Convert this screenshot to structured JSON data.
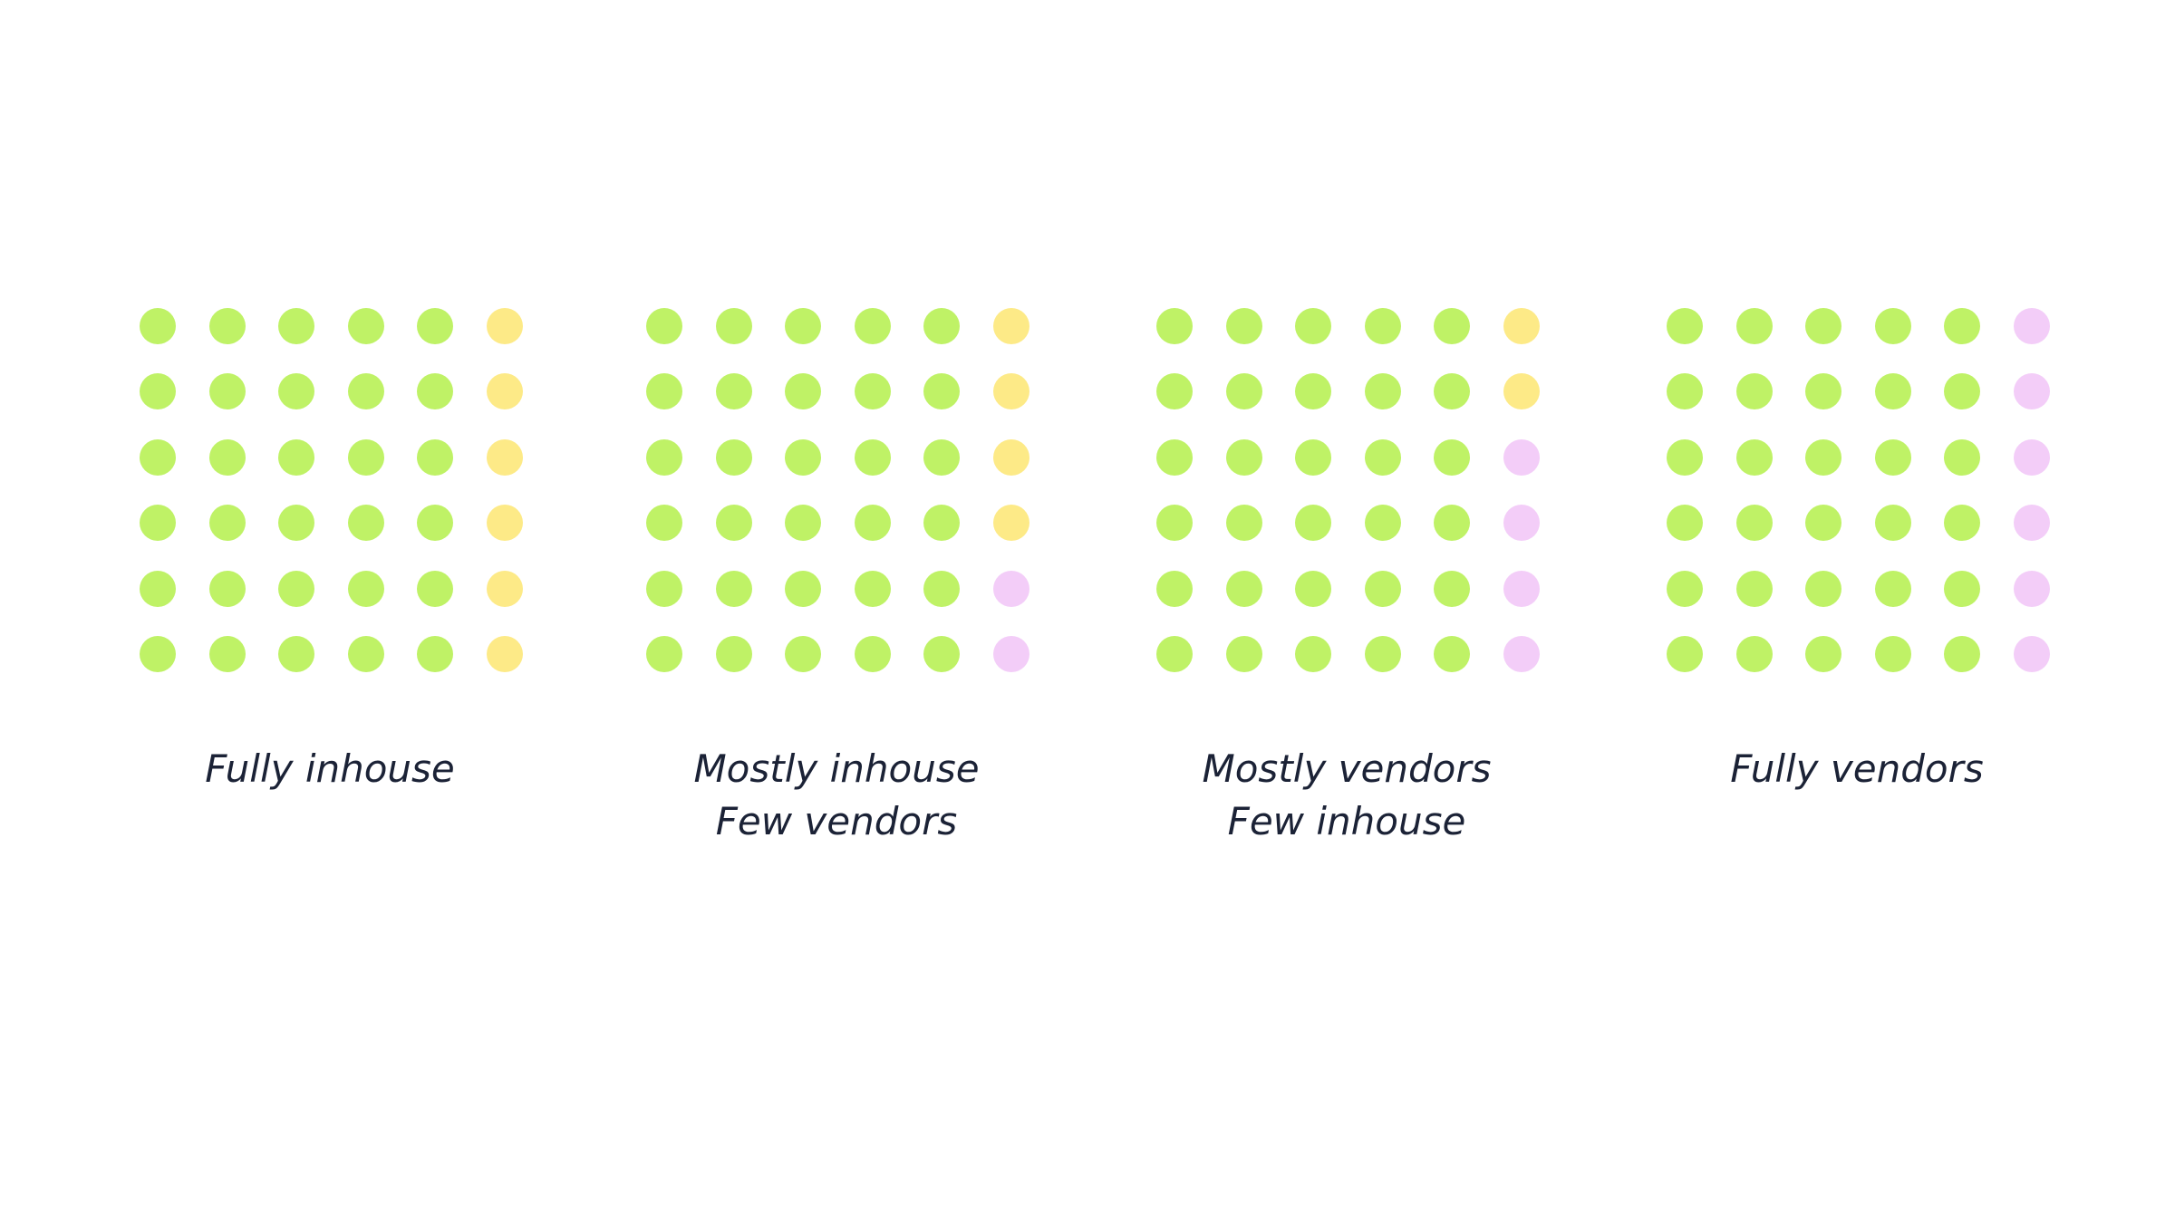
{
  "colors": {
    "team": "#bff266",
    "inhouse": "#fdea87",
    "vendor": "#f3cdf8",
    "text": "#1b2236",
    "background": "#ffffff"
  },
  "panels": [
    {
      "caption_lines": [
        "Fully inhouse"
      ],
      "grid": {
        "rows": 6,
        "cols": 6
      },
      "last_column": [
        "inhouse",
        "inhouse",
        "inhouse",
        "inhouse",
        "inhouse",
        "inhouse"
      ]
    },
    {
      "caption_lines": [
        "Mostly inhouse",
        "Few vendors"
      ],
      "grid": {
        "rows": 6,
        "cols": 6
      },
      "last_column": [
        "inhouse",
        "inhouse",
        "inhouse",
        "inhouse",
        "vendor",
        "vendor"
      ]
    },
    {
      "caption_lines": [
        "Mostly vendors",
        "Few inhouse"
      ],
      "grid": {
        "rows": 6,
        "cols": 6
      },
      "last_column": [
        "inhouse",
        "inhouse",
        "vendor",
        "vendor",
        "vendor",
        "vendor"
      ]
    },
    {
      "caption_lines": [
        "Fully vendors"
      ],
      "grid": {
        "rows": 6,
        "cols": 6
      },
      "last_column": [
        "vendor",
        "vendor",
        "vendor",
        "vendor",
        "vendor",
        "vendor"
      ]
    }
  ]
}
